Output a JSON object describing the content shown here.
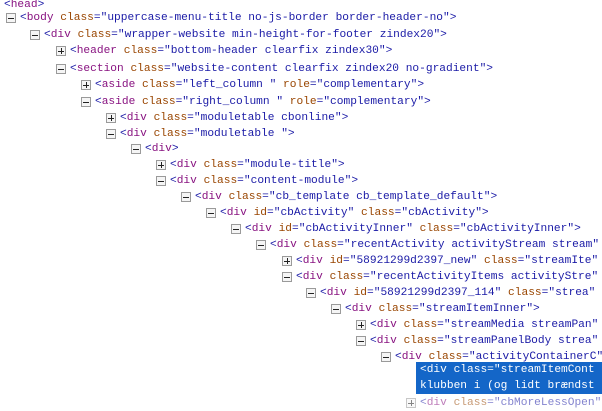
{
  "rows": [
    {
      "id": "r0",
      "tag": "head",
      "attrs": [],
      "tog": "none"
    },
    {
      "id": "r1",
      "tag": "body",
      "attrs": [
        {
          "name": "class",
          "value": "uppercase-menu-title no-js-border border-header-no"
        }
      ],
      "tog": "minus"
    },
    {
      "id": "r2",
      "tag": "div",
      "attrs": [
        {
          "name": "class",
          "value": "wrapper-website min-height-for-footer zindex20"
        }
      ],
      "tog": "minus"
    },
    {
      "id": "r3",
      "tag": "header",
      "attrs": [
        {
          "name": "class",
          "value": "bottom-header clearfix zindex30"
        }
      ],
      "tog": "plus"
    },
    {
      "id": "r4",
      "tag": "section",
      "attrs": [
        {
          "name": "class",
          "value": "website-content clearfix zindex20 no-gradient"
        }
      ],
      "tog": "minus"
    },
    {
      "id": "r5",
      "tag": "aside",
      "attrs": [
        {
          "name": "class",
          "value": "left_column "
        },
        {
          "name": "role",
          "value": "complementary"
        }
      ],
      "tog": "plus"
    },
    {
      "id": "r6",
      "tag": "aside",
      "attrs": [
        {
          "name": "class",
          "value": "right_column "
        },
        {
          "name": "role",
          "value": "complementary"
        }
      ],
      "tog": "minus"
    },
    {
      "id": "r7",
      "tag": "div",
      "attrs": [
        {
          "name": "class",
          "value": "moduletable cbonline"
        }
      ],
      "tog": "plus"
    },
    {
      "id": "r8",
      "tag": "div",
      "attrs": [
        {
          "name": "class",
          "value": "moduletable "
        }
      ],
      "tog": "minus"
    },
    {
      "id": "r9",
      "tag": "div",
      "attrs": [],
      "tog": "minus"
    },
    {
      "id": "r10",
      "tag": "div",
      "attrs": [
        {
          "name": "class",
          "value": "module-title"
        }
      ],
      "tog": "plus"
    },
    {
      "id": "r11",
      "tag": "div",
      "attrs": [
        {
          "name": "class",
          "value": "content-module"
        }
      ],
      "tog": "minus"
    },
    {
      "id": "r12",
      "tag": "div",
      "attrs": [
        {
          "name": "class",
          "value": "cb_template cb_template_default"
        }
      ],
      "tog": "minus"
    },
    {
      "id": "r13",
      "tag": "div",
      "attrs": [
        {
          "name": "id",
          "value": "cbActivity"
        },
        {
          "name": "class",
          "value": "cbActivity"
        }
      ],
      "tog": "minus"
    },
    {
      "id": "r14",
      "tag": "div",
      "attrs": [
        {
          "name": "id",
          "value": "cbActivityInner"
        },
        {
          "name": "class",
          "value": "cbActivityInner"
        }
      ],
      "tog": "minus"
    },
    {
      "id": "r15",
      "tag": "div",
      "attrs": [
        {
          "name": "class",
          "value": "recentActivity activityStream stream"
        }
      ],
      "tog": "minus",
      "open": true
    },
    {
      "id": "r16",
      "tag": "div",
      "attrs": [
        {
          "name": "id",
          "value": "58921299d2397_new"
        },
        {
          "name": "class",
          "value": "streamIte"
        }
      ],
      "tog": "plus",
      "open": true
    },
    {
      "id": "r17",
      "tag": "div",
      "attrs": [
        {
          "name": "class",
          "value": "recentActivityItems activityStre"
        }
      ],
      "tog": "minus",
      "open": true
    },
    {
      "id": "r18",
      "tag": "div",
      "attrs": [
        {
          "name": "id",
          "value": "58921299d2397_114"
        },
        {
          "name": "class",
          "value": "strea"
        }
      ],
      "tog": "minus",
      "open": true
    },
    {
      "id": "r19",
      "tag": "div",
      "attrs": [
        {
          "name": "class",
          "value": "streamItemInner"
        }
      ],
      "tog": "minus"
    },
    {
      "id": "r20",
      "tag": "div",
      "attrs": [
        {
          "name": "class",
          "value": "streamMedia streamPan"
        }
      ],
      "tog": "plus",
      "open": true
    },
    {
      "id": "r21",
      "tag": "div",
      "attrs": [
        {
          "name": "class",
          "value": "streamPanelBody strea"
        }
      ],
      "tog": "minus",
      "open": true
    },
    {
      "id": "r22",
      "tag": "div",
      "attrs": [
        {
          "name": "class",
          "value": "activityContainerC"
        }
      ],
      "tog": "minus",
      "open": true
    },
    {
      "id": "r25",
      "tag": "div",
      "attrs": [
        {
          "name": "class",
          "value": "cbMoreLessOpen"
        }
      ],
      "tog": "plus",
      "open": true
    }
  ],
  "selected": {
    "line1_tag": "div",
    "line1_attr": "class",
    "line1_value": "streamItemCont",
    "line2": "klubben i (og lidt brændst"
  }
}
